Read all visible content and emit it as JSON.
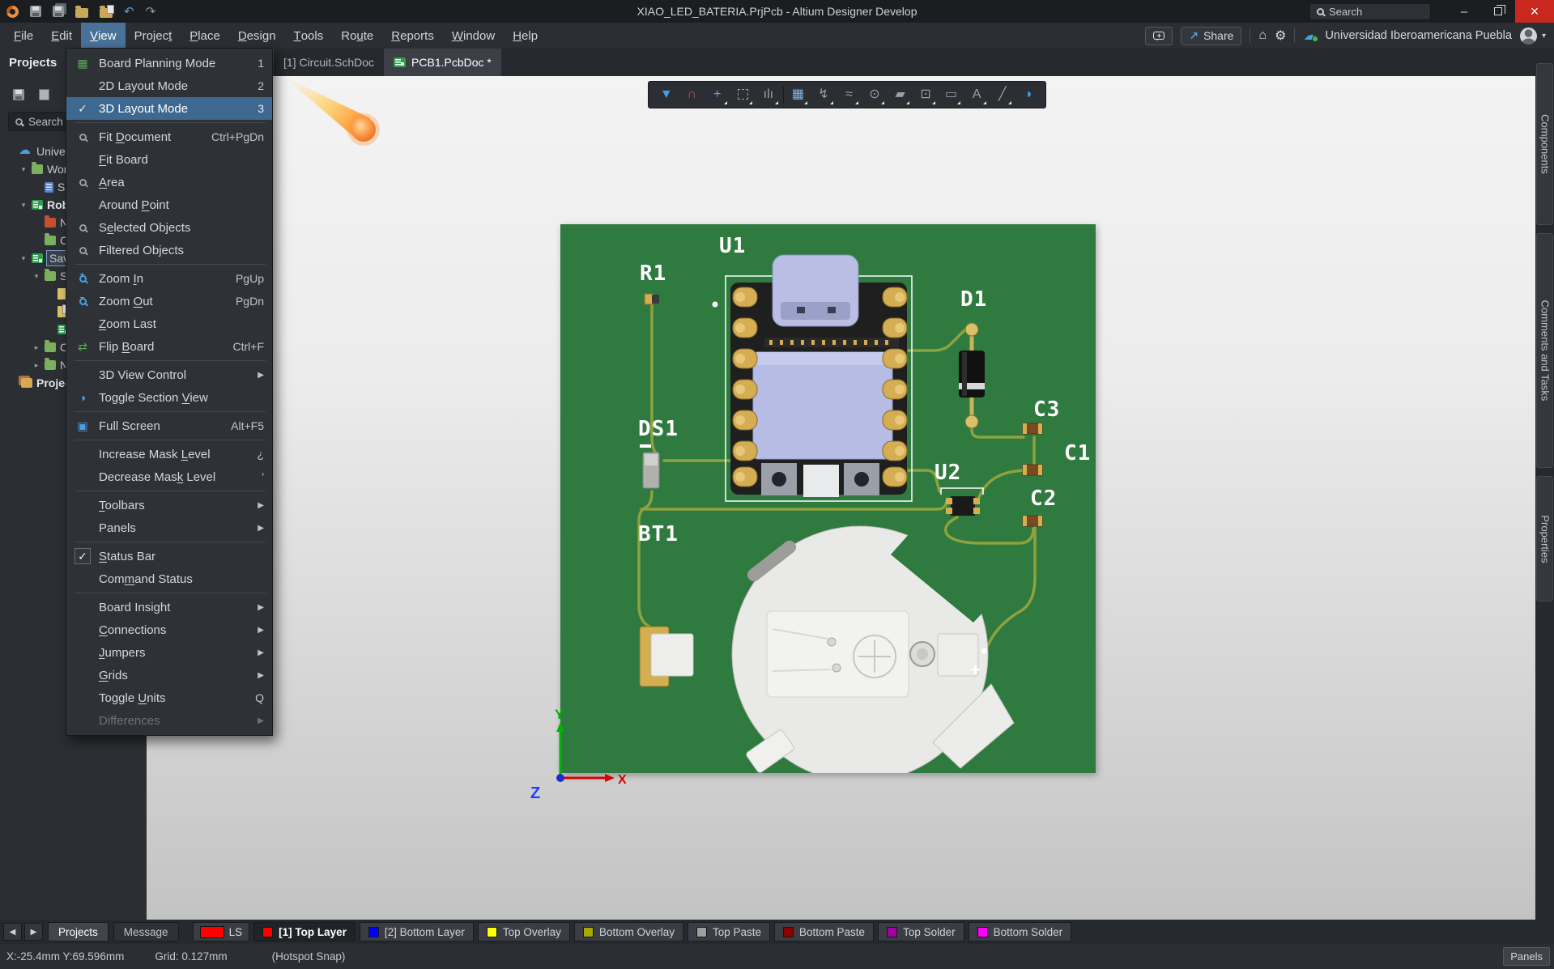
{
  "window": {
    "title": "XIAO_LED_BATERIA.PrjPcb - Altium Designer Develop",
    "search_placeholder": "Search"
  },
  "menubar": {
    "active": "View",
    "items": [
      {
        "label": "File",
        "m": 0
      },
      {
        "label": "Edit",
        "m": 0
      },
      {
        "label": "View",
        "m": 0
      },
      {
        "label": "Project",
        "m": 6
      },
      {
        "label": "Place",
        "m": 0
      },
      {
        "label": "Design",
        "m": 0
      },
      {
        "label": "Tools",
        "m": 0
      },
      {
        "label": "Route",
        "m": 2
      },
      {
        "label": "Reports",
        "m": 0
      },
      {
        "label": "Window",
        "m": 0
      },
      {
        "label": "Help",
        "m": 0
      }
    ]
  },
  "quickbar": {
    "share_label": "Share",
    "account": "Universidad Iberoamericana Puebla"
  },
  "doc_tabs": [
    {
      "label": "[1] Circuit.SchDoc",
      "active": false,
      "icon": false
    },
    {
      "label": "PCB1.PcbDoc *",
      "active": true,
      "icon": true
    }
  ],
  "view_menu": {
    "items": [
      {
        "label": "Board Planning Mode",
        "shortcut": "1",
        "icon": "board-planning-icon",
        "m": -1
      },
      {
        "label": "2D Layout Mode",
        "shortcut": "2",
        "m": -1
      },
      {
        "label": "3D Layout Mode",
        "shortcut": "3",
        "checked": true,
        "highlighted": true,
        "m": -1
      },
      {
        "sep": true
      },
      {
        "label": "Fit Document",
        "shortcut": "Ctrl+PgDn",
        "icon": "fit-document-icon",
        "m": 4
      },
      {
        "label": "Fit Board",
        "m": 0
      },
      {
        "label": "Area",
        "icon": "zoom-area-icon",
        "m": 0
      },
      {
        "label": "Around Point",
        "m": 7
      },
      {
        "label": "Selected Objects",
        "icon": "zoom-selected-icon",
        "m": 1
      },
      {
        "label": "Filtered Objects",
        "icon": "zoom-filtered-icon",
        "m": 11
      },
      {
        "sep": true
      },
      {
        "label": "Zoom In",
        "shortcut": "PgUp",
        "icon": "zoom-in-icon",
        "m": 5
      },
      {
        "label": "Zoom Out",
        "shortcut": "PgDn",
        "icon": "zoom-out-icon",
        "m": 5
      },
      {
        "label": "Zoom Last",
        "m": 0
      },
      {
        "label": "Flip Board",
        "shortcut": "Ctrl+F",
        "icon": "flip-board-icon",
        "m": 5
      },
      {
        "sep": true
      },
      {
        "label": "3D View Control",
        "submenu": true,
        "m": -1
      },
      {
        "label": "Toggle Section View",
        "icon": "section-view-icon",
        "m": 15
      },
      {
        "sep": true
      },
      {
        "label": "Full Screen",
        "shortcut": "Alt+F5",
        "icon": "full-screen-icon",
        "m": -1
      },
      {
        "sep": true
      },
      {
        "label": "Increase Mask Level",
        "shortcut": "¿",
        "m": 14
      },
      {
        "label": "Decrease Mask Level",
        "shortcut": "'",
        "m": 12
      },
      {
        "sep": true
      },
      {
        "label": "Toolbars",
        "submenu": true,
        "m": 0
      },
      {
        "label": "Panels",
        "submenu": true,
        "m": -1
      },
      {
        "sep": true
      },
      {
        "label": "Status Bar",
        "checked": "boxed",
        "m": 0
      },
      {
        "label": "Command Status",
        "m": 3
      },
      {
        "sep": true
      },
      {
        "label": "Board Insight",
        "submenu": true,
        "m": -1
      },
      {
        "label": "Connections",
        "submenu": true,
        "m": 0
      },
      {
        "label": "Jumpers",
        "submenu": true,
        "m": 0
      },
      {
        "label": "Grids",
        "submenu": true,
        "m": 0
      },
      {
        "label": "Toggle Units",
        "shortcut": "Q",
        "m": 7
      },
      {
        "label": "Differences",
        "submenu": true,
        "disabled": true,
        "m": -1
      }
    ]
  },
  "projects_panel": {
    "title": "Projects",
    "search_placeholder": "Search",
    "tree": [
      {
        "label": "Univers",
        "icon": "cloud-icon",
        "level": 0
      },
      {
        "label": "Worl",
        "icon": "folder-icon",
        "level": 1,
        "arrow": "open"
      },
      {
        "label": "Sa",
        "icon": "schdoc-icon",
        "level": 2
      },
      {
        "label": "Rob",
        "icon": "pcbproject-icon",
        "level": 1,
        "arrow": "open",
        "bold": true
      },
      {
        "label": "N",
        "icon": "folder-red-icon",
        "level": 2
      },
      {
        "label": "C",
        "icon": "folder-icon",
        "level": 2
      },
      {
        "label": "Save",
        "icon": "pcbproject-icon",
        "level": 1,
        "arrow": "open",
        "selected": true
      },
      {
        "label": "Sc",
        "icon": "folder-icon",
        "level": 2,
        "arrow": "open"
      },
      {
        "label": "",
        "icon": "doc-icon",
        "level": 3
      },
      {
        "label": "",
        "icon": "doc-page-icon",
        "level": 3
      },
      {
        "label": "",
        "icon": "pcbdoc-icon",
        "level": 3
      },
      {
        "label": "C",
        "icon": "folder-icon",
        "level": 2,
        "arrow": "closed"
      },
      {
        "label": "N",
        "icon": "folder-icon",
        "level": 2,
        "arrow": "closed"
      },
      {
        "label": "Projec",
        "icon": "folders-icon",
        "level": 0,
        "bold": true
      }
    ],
    "bottom_tabs": [
      {
        "label": "Projects",
        "active": true
      },
      {
        "label": "Message",
        "active": false
      }
    ]
  },
  "active_bar": {
    "icons": [
      {
        "name": "filter-icon",
        "glyph": "▼",
        "color": "#3f9ee8",
        "dd": false
      },
      {
        "name": "snap-magnet-icon",
        "glyph": "∩",
        "color": "#d05050",
        "dd": false
      },
      {
        "name": "move-cross-icon",
        "glyph": "+",
        "color": "#7c96d8",
        "dd": true
      },
      {
        "name": "select-area-icon",
        "glyph": "box",
        "color": "#9aa0a6",
        "dd": true
      },
      {
        "name": "board-stack-icon",
        "glyph": "ılı",
        "color": "#9aa0a6",
        "dd": true
      },
      {
        "name": "place-component-icon",
        "glyph": "▦",
        "color": "#7cb4e8",
        "dd": true
      },
      {
        "name": "route-icon",
        "glyph": "↯",
        "color": "#9aa0a6",
        "dd": true
      },
      {
        "name": "tune-icon",
        "glyph": "≈",
        "color": "#9aa0a6",
        "dd": true
      },
      {
        "name": "via-icon",
        "glyph": "⊙",
        "color": "#9aa0a6",
        "dd": true
      },
      {
        "name": "polygon-pour-icon",
        "glyph": "▰",
        "color": "#9aa0a6",
        "dd": true
      },
      {
        "name": "measure-icon",
        "glyph": "⊡",
        "color": "#9aa0a6",
        "dd": true
      },
      {
        "name": "dimension-icon",
        "glyph": "▭",
        "color": "#9aa0a6",
        "dd": true
      },
      {
        "name": "string-icon",
        "glyph": "A",
        "color": "#9aa0a6",
        "dd": true
      },
      {
        "name": "line-icon",
        "glyph": "╱",
        "color": "#9aa0a6",
        "dd": true
      },
      {
        "name": "section-view-icon",
        "glyph": "◑",
        "color": "#3f9ee8",
        "dd": false
      }
    ]
  },
  "pcb": {
    "refdes": [
      "U1",
      "R1",
      "D1",
      "DS1",
      "C3",
      "C1",
      "C2",
      "U2",
      "BT1"
    ],
    "plus_mark": "+",
    "axis": {
      "x": "X",
      "y": "Y",
      "z": "Z"
    }
  },
  "layer_bar": {
    "ls": {
      "label": "LS",
      "color": "#FF0000"
    },
    "tabs": [
      {
        "label": "[1] Top Layer",
        "color": "#FF0000",
        "active": true
      },
      {
        "label": "[2] Bottom Layer",
        "color": "#0000FF",
        "active": false
      },
      {
        "label": "Top Overlay",
        "color": "#FFFF00",
        "active": false
      },
      {
        "label": "Bottom Overlay",
        "color": "#A8A800",
        "active": false
      },
      {
        "label": "Top Paste",
        "color": "#9E9E9E",
        "active": false
      },
      {
        "label": "Bottom Paste",
        "color": "#8B0000",
        "active": false
      },
      {
        "label": "Top Solder",
        "color": "#A000A0",
        "active": false
      },
      {
        "label": "Bottom Solder",
        "color": "#FF00FF",
        "active": false
      }
    ]
  },
  "statusbar": {
    "position": "X:-25.4mm Y:69.596mm",
    "grid": "Grid: 0.127mm",
    "snap": "(Hotspot Snap)",
    "panels_label": "Panels"
  },
  "right_tabs": [
    {
      "label": "Components"
    },
    {
      "label": "Comments and Tasks"
    },
    {
      "label": "Properties"
    }
  ],
  "colors": {
    "menu_highlight": "#3f6890",
    "close_red": "#c8281e",
    "board_green": "#2e7a3f",
    "trace_olive": "#8ea23f"
  }
}
